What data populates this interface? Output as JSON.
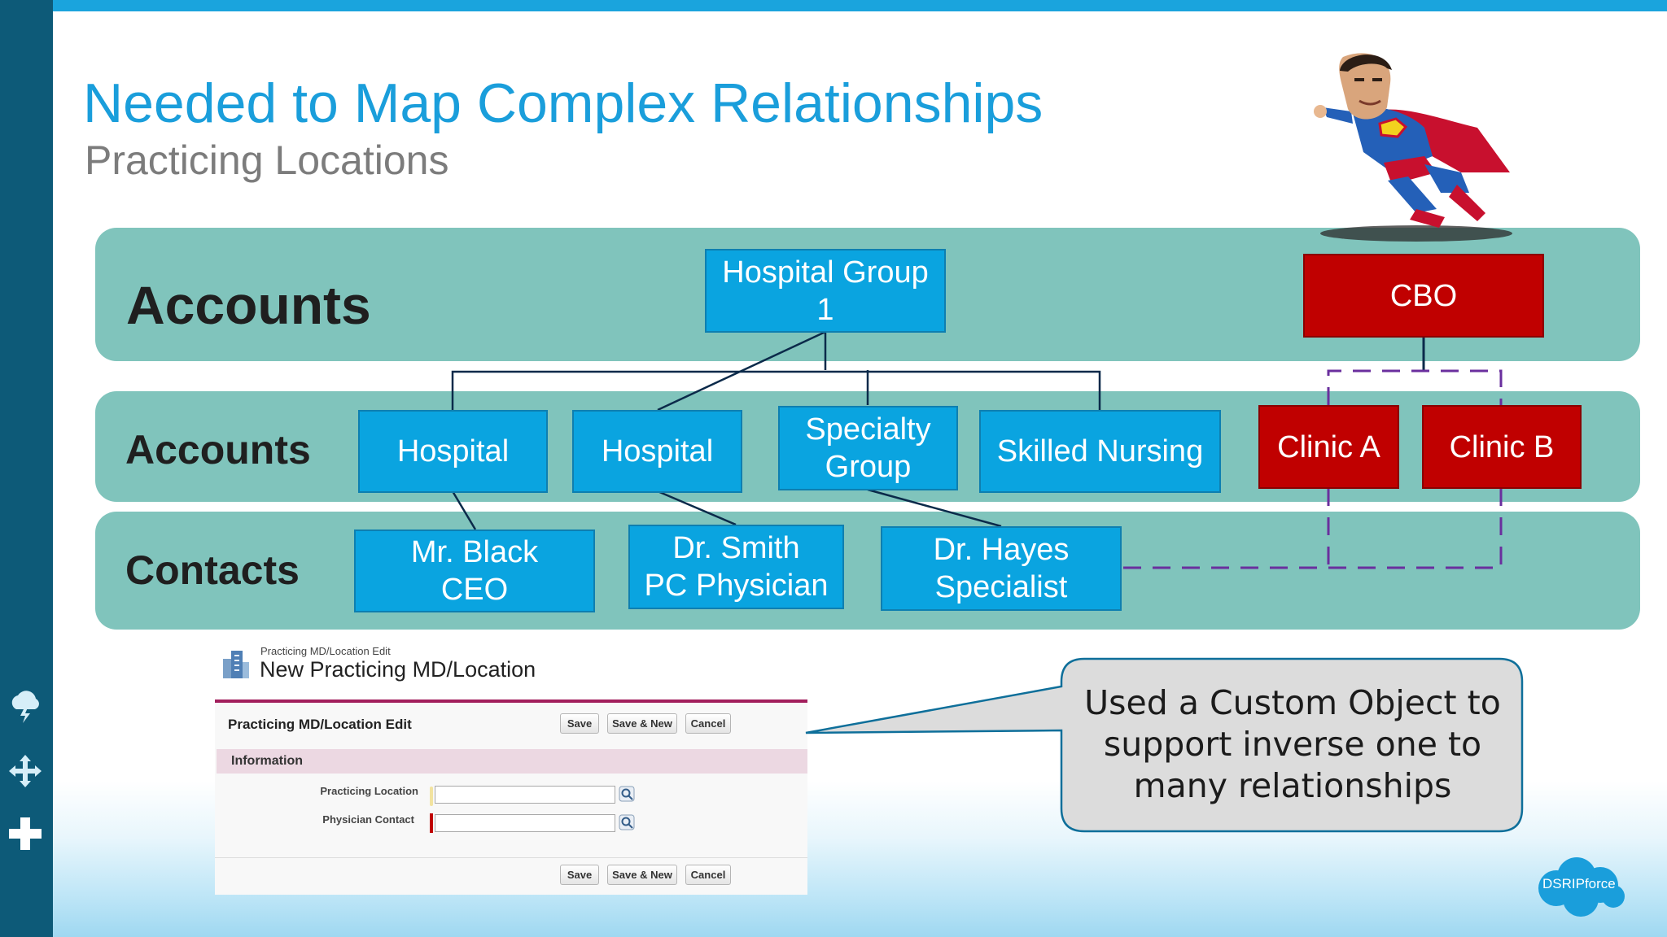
{
  "slide": {
    "title": "Needed to Map Complex Relationships",
    "subtitle": "Practicing Locations"
  },
  "bands": {
    "top_label": "Accounts",
    "middle_label": "Accounts",
    "bottom_label": "Contacts",
    "color": "#80c4bc"
  },
  "nodes": {
    "hospital_group": "Hospital Group\n1",
    "cbo": "CBO",
    "hospital_1": "Hospital",
    "hospital_2": "Hospital",
    "specialty_group": "Specialty\nGroup",
    "skilled_nursing": "Skilled Nursing",
    "clinic_a": "Clinic A",
    "clinic_b": "Clinic B",
    "mr_black": "Mr. Black\nCEO",
    "dr_smith": "Dr. Smith\nPC Physician",
    "dr_hayes": "Dr.  Hayes\nSpecialist"
  },
  "colors": {
    "title": "#1a9edb",
    "account_box": "#0aa4e0",
    "cbo_box": "#c00000",
    "dashed_line": "#6a2f9e",
    "top_bar": "#1aa4dd",
    "left_bar": "#0d5a78"
  },
  "form": {
    "breadcrumb": "Practicing MD/Location Edit",
    "heading": "New Practicing MD/Location",
    "panel_title": "Practicing MD/Location Edit",
    "buttons": {
      "save": "Save",
      "save_new": "Save & New",
      "cancel": "Cancel"
    },
    "section": "Information",
    "fields": [
      {
        "label": "Practicing Location",
        "value": ""
      },
      {
        "label": "Physician Contact",
        "value": ""
      }
    ]
  },
  "callout": {
    "lines": [
      "Used a Custom Object to",
      "support inverse one to",
      "many relationships"
    ]
  },
  "brand": {
    "text": "DSRIPforce"
  },
  "icons": {
    "sidebar": [
      "cloud-lightning-icon",
      "move-arrows-icon",
      "plus-icon"
    ],
    "hero": "superhero-illustration",
    "lookup": "magnifier-icon",
    "form_logo": "building-icon"
  }
}
